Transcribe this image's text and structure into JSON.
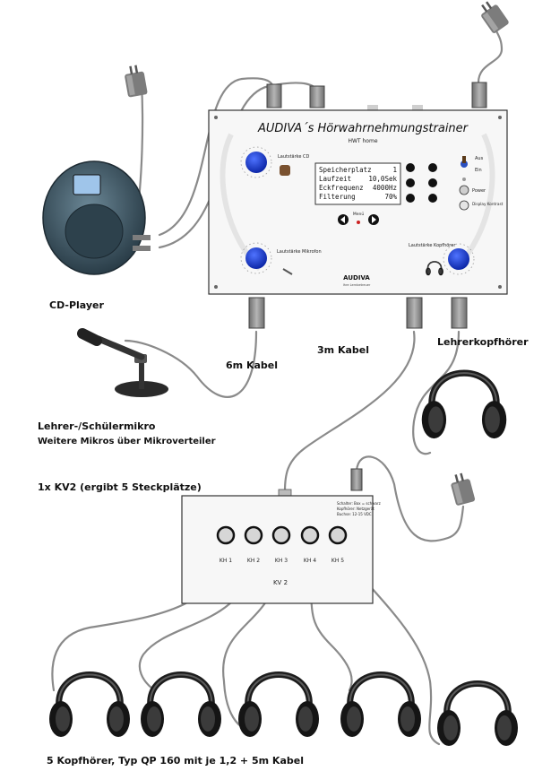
{
  "main_unit": {
    "title": "AUDIVA´s Hörwahrnehmungstrainer",
    "subtitle": "HWT home",
    "brand": "AUDIVA",
    "brand_sub": "Ihre Lernbetreuer",
    "display_lines": [
      "Speicherplatz",
      "Laufzeit",
      "Eckfrequenz",
      "Filterung"
    ],
    "display_values": [
      "1",
      "10,0Sek",
      "4000Hz",
      "70%"
    ],
    "knob_labels": {
      "cd": "Lautstärke CD",
      "mic": "Lautstärke Mikrofon",
      "headphone": "Lautstärke Kopfhörer"
    },
    "switch_labels": {
      "on": "Aus",
      "off": "Ein",
      "power": "Power",
      "display": "Display Kontrast"
    },
    "arrow_label": "Menü"
  },
  "distributor": {
    "name": "KV 2",
    "ports": [
      "KH 1",
      "KH 2",
      "KH 3",
      "KH 4",
      "KH 5"
    ],
    "note_lines": [
      "Schalter: Box = schwarz",
      "Kopfhörer: Netzgerät",
      "Buchse: 12-15 VDC"
    ]
  },
  "labels": {
    "cd_player": "CD-Player",
    "mic": "Lehrer-/Schülermikro",
    "mic_note": "Weitere Mikros über Mikroverteiler",
    "cable_6m": "6m Kabel",
    "cable_3m": "3m Kabel",
    "teacher_headphones": "Lehrerkopfhörer",
    "kv2": "1x KV2 (ergibt 5 Steckplätze)",
    "headphones": "5 Kopfhörer, Typ QP 160 mit je 1,2 + 5m Kabel"
  },
  "colors": {
    "knob": "#1a3ccc",
    "cable": "#8a8a8a",
    "plug": "#8c8c8c",
    "cd_body": "#3a5260",
    "panel": "#f7f7f7"
  }
}
